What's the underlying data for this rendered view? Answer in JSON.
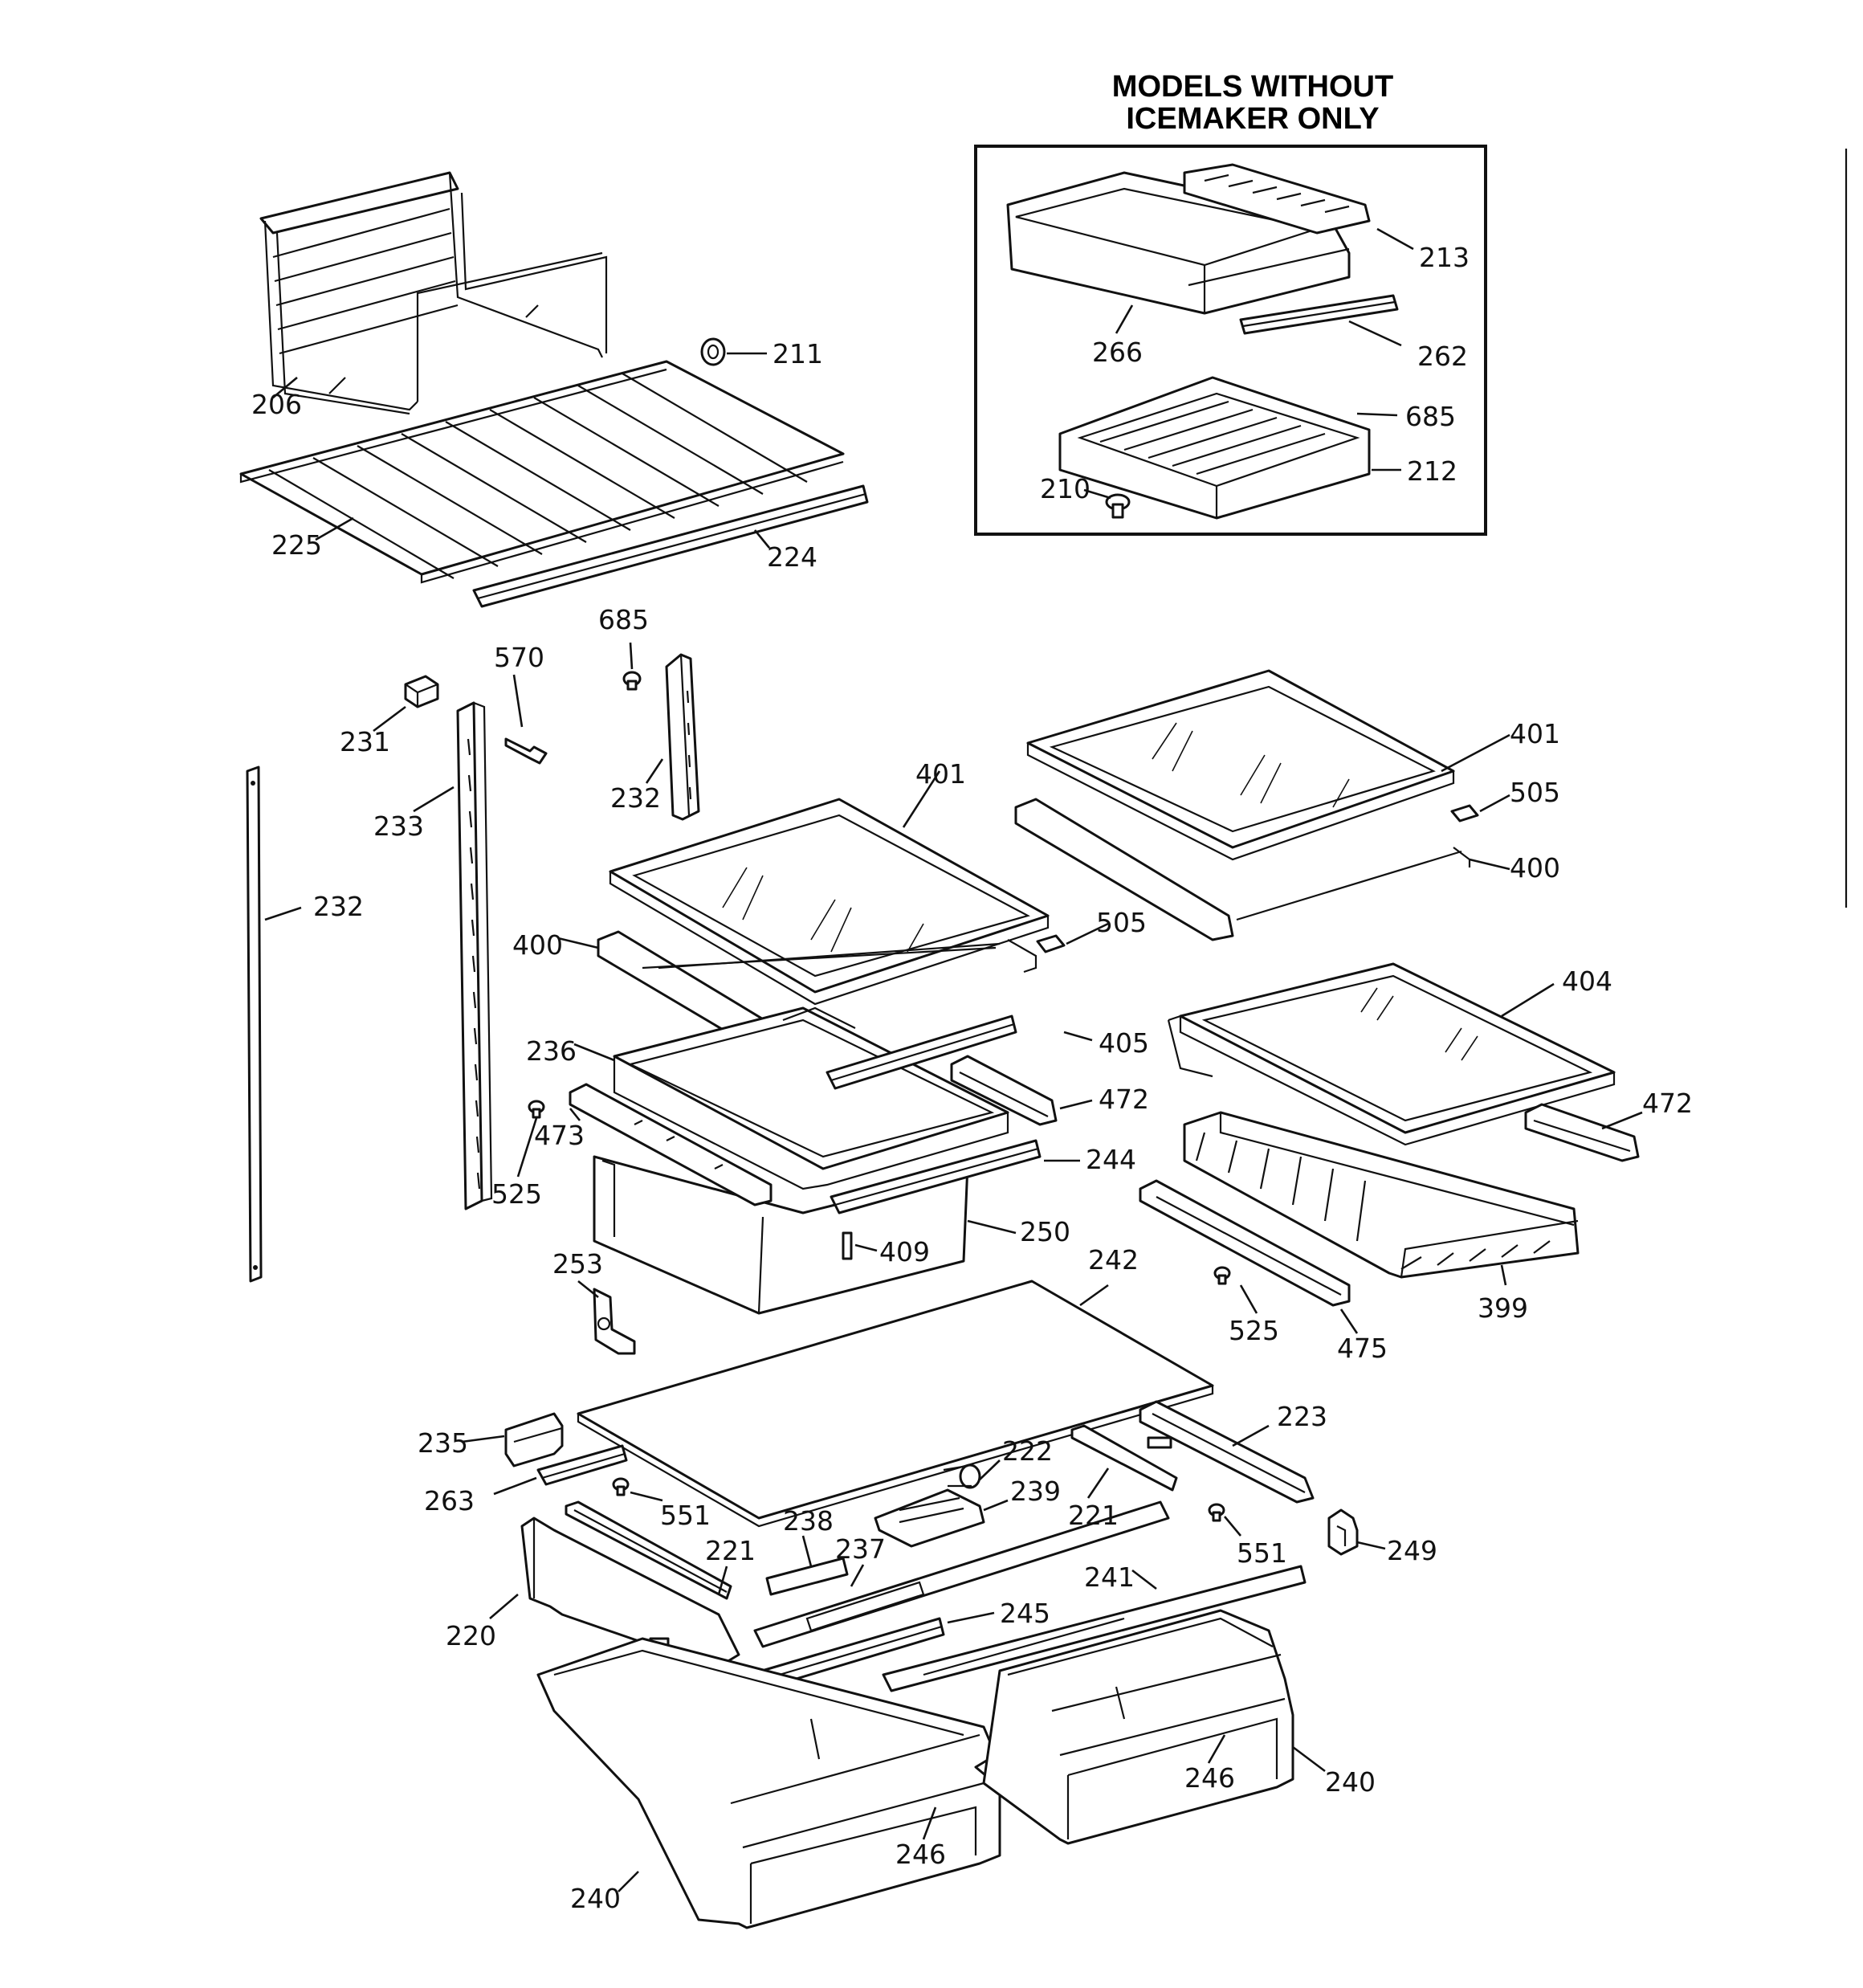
{
  "inset": {
    "title_line1": "MODELS WITHOUT",
    "title_line2": "ICEMAKER ONLY"
  },
  "labels": {
    "l206": "206",
    "l211": "211",
    "l225": "225",
    "l224": "224",
    "l213": "213",
    "l266": "266",
    "l262": "262",
    "l685a": "685",
    "l212": "212",
    "l210": "210",
    "l685b": "685",
    "l570": "570",
    "l231": "231",
    "l232a": "232",
    "l233": "233",
    "l232b": "232",
    "l401a": "401",
    "l401b": "401",
    "l505a": "505",
    "l400a": "400",
    "l400b": "400",
    "l505b": "505",
    "l404": "404",
    "l405": "405",
    "l236": "236",
    "l472a": "472",
    "l472b": "472",
    "l473": "473",
    "l525a": "525",
    "l244": "244",
    "l250": "250",
    "l409": "409",
    "l253": "253",
    "l242": "242",
    "l399": "399",
    "l525b": "525",
    "l475": "475",
    "l223": "223",
    "l235": "235",
    "l222": "222",
    "l263": "263",
    "l239": "239",
    "l221a": "221",
    "l551a": "551",
    "l238": "238",
    "l237": "237",
    "l221b": "221",
    "l551b": "551",
    "l249": "249",
    "l220": "220",
    "l241": "241",
    "l245": "245",
    "l246a": "246",
    "l240a": "240",
    "l246b": "246",
    "l240b": "240"
  }
}
